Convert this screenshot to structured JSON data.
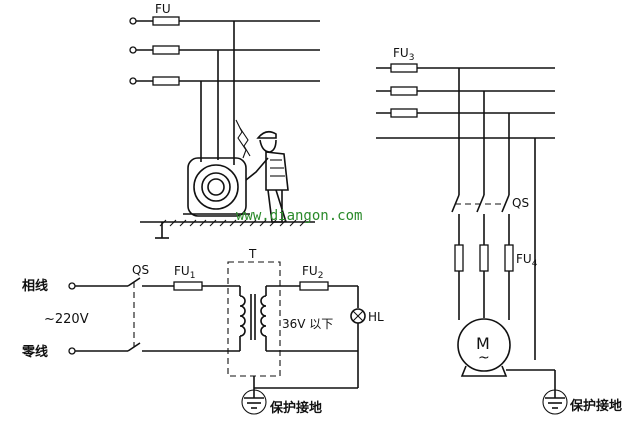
{
  "labels": {
    "fu_top": "FU",
    "fu3": "FU",
    "fu3_sub": "3",
    "qs_right": "QS",
    "fu4": "FU",
    "fu4_sub": "4",
    "motor": "M",
    "motor_sym": "~",
    "ground_right": "保护接地",
    "phase_line": "相线",
    "neutral_line": "零线",
    "voltage_in": "~220V",
    "qs_left": "QS",
    "fu1": "FU",
    "fu1_sub": "1",
    "transformer": "T",
    "fu2": "FU",
    "fu2_sub": "2",
    "voltage_out": "36V 以下",
    "lamp": "HL",
    "ground_left": "保护接地",
    "watermark": "www.diangon.com"
  },
  "colors": {
    "line": "#111111",
    "watermark": "#2a8a2a"
  }
}
